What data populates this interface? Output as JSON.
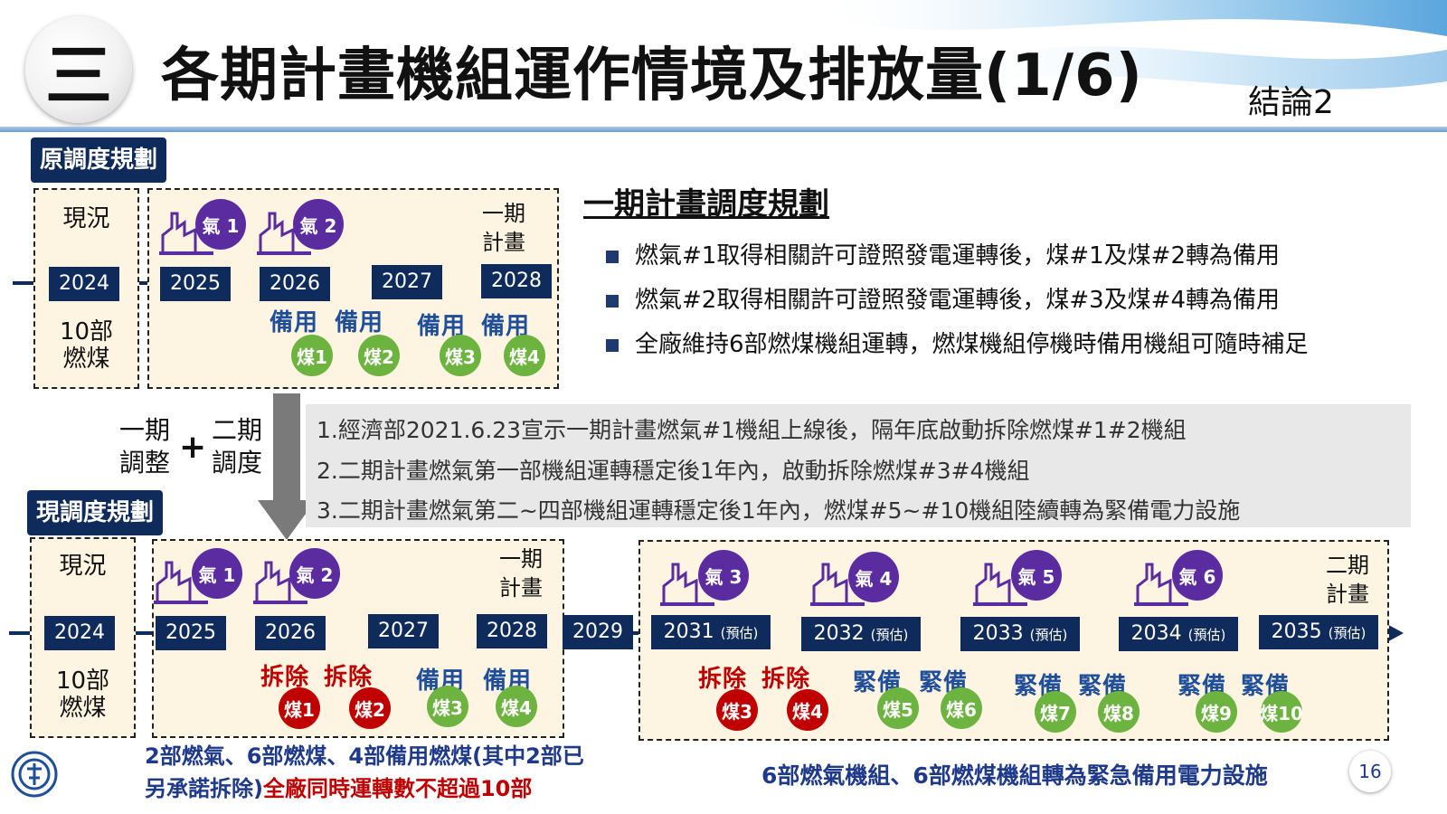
{
  "header": {
    "badge_char": "三",
    "title": "各期計畫機組運作情境及排放量(1/6)",
    "tag": "結論2"
  },
  "original": {
    "label": "原調度規劃",
    "current_title": "現況",
    "current_year": "2024",
    "current_status_line1": "10部",
    "current_status_line2": "燃煤",
    "plan_tag_line1": "一期",
    "plan_tag_line2": "計畫",
    "years": [
      "2025",
      "2026",
      "2027",
      "2028"
    ],
    "gas_units": [
      "氣 1",
      "氣 2"
    ],
    "coal_units": [
      {
        "word": "備用",
        "name": "煤1"
      },
      {
        "word": "備用",
        "name": "煤2"
      },
      {
        "word": "備用",
        "name": "煤3"
      },
      {
        "word": "備用",
        "name": "煤4"
      }
    ]
  },
  "intro": {
    "heading": "一期計畫調度規劃",
    "bullets": [
      "燃氣#1取得相關許可證照發電運轉後，煤#1及煤#2轉為備用",
      "燃氣#2取得相關許可證照發電運轉後，煤#3及煤#4轉為備用",
      "全廠維持6部燃煤機組運轉，燃煤機組停機時備用機組可隨時補足"
    ]
  },
  "adjust": {
    "left_line1": "一期",
    "left_line2": "調整",
    "plus": "+",
    "right_line1": "二期",
    "right_line2": "調度"
  },
  "notes": [
    "1.經濟部2021.6.23宣示一期計畫燃氣#1機組上線後，隔年底啟動拆除燃煤#1#2機組",
    "2.二期計畫燃氣第一部機組運轉穩定後1年內，啟動拆除燃煤#3#4機組",
    "3.二期計畫燃氣第二~四部機組運轉穩定後1年內，燃煤#5~#10機組陸續轉為緊備電力設施"
  ],
  "current": {
    "label": "現調度規劃",
    "current_title": "現況",
    "current_year": "2024",
    "current_status_line1": "10部",
    "current_status_line2": "燃煤",
    "phase1_tag_line1": "一期",
    "phase1_tag_line2": "計畫",
    "phase2_tag_line1": "二期",
    "phase2_tag_line2": "計畫",
    "years_phase1": [
      "2025",
      "2026",
      "2027",
      "2028"
    ],
    "year_2029": "2029",
    "years_phase2": [
      {
        "year": "2031",
        "note": "(預估)"
      },
      {
        "year": "2032",
        "note": "(預估)"
      },
      {
        "year": "2033",
        "note": "(預估)"
      },
      {
        "year": "2034",
        "note": "(預估)"
      },
      {
        "year": "2035",
        "note": "(預估)"
      }
    ],
    "gas_units_phase1": [
      "氣 1",
      "氣 2"
    ],
    "gas_units_phase2": [
      "氣 3",
      "氣 4",
      "氣 5",
      "氣 6"
    ],
    "coal_phase1": [
      {
        "word": "拆除",
        "name": "煤1",
        "status": "demolish"
      },
      {
        "word": "拆除",
        "name": "煤2",
        "status": "demolish"
      },
      {
        "word": "備用",
        "name": "煤3",
        "status": "standby"
      },
      {
        "word": "備用",
        "name": "煤4",
        "status": "standby"
      }
    ],
    "coal_phase2": [
      {
        "word": "拆除",
        "name": "煤3",
        "status": "demolish"
      },
      {
        "word": "拆除",
        "name": "煤4",
        "status": "demolish"
      },
      {
        "word": "緊備",
        "name": "煤5",
        "status": "emergency"
      },
      {
        "word": "緊備",
        "name": "煤6",
        "status": "emergency"
      },
      {
        "word": "緊備",
        "name": "煤7",
        "status": "emergency"
      },
      {
        "word": "緊備",
        "name": "煤8",
        "status": "emergency"
      },
      {
        "word": "緊備",
        "name": "煤9",
        "status": "emergency"
      },
      {
        "word": "緊備",
        "name": "煤10",
        "status": "emergency"
      }
    ]
  },
  "footer": {
    "left_line1": "2部燃氣、6部燃煤、4部備用燃煤(其中2部已",
    "left_line2_a": "另承諾拆除)",
    "left_line2_b": "全廠同時運轉數不超過10部",
    "right": "6部燃氣機組、6部燃煤機組轉為緊急備用電力設施",
    "page_number": "16"
  },
  "colors": {
    "navy": "#0f2b5b",
    "gas_purple": "#5b2ca0",
    "coal_green": "#6db33f",
    "coal_red": "#c00000",
    "standby_blue": "#1f4e9a",
    "cream": "#fdf4e1"
  }
}
